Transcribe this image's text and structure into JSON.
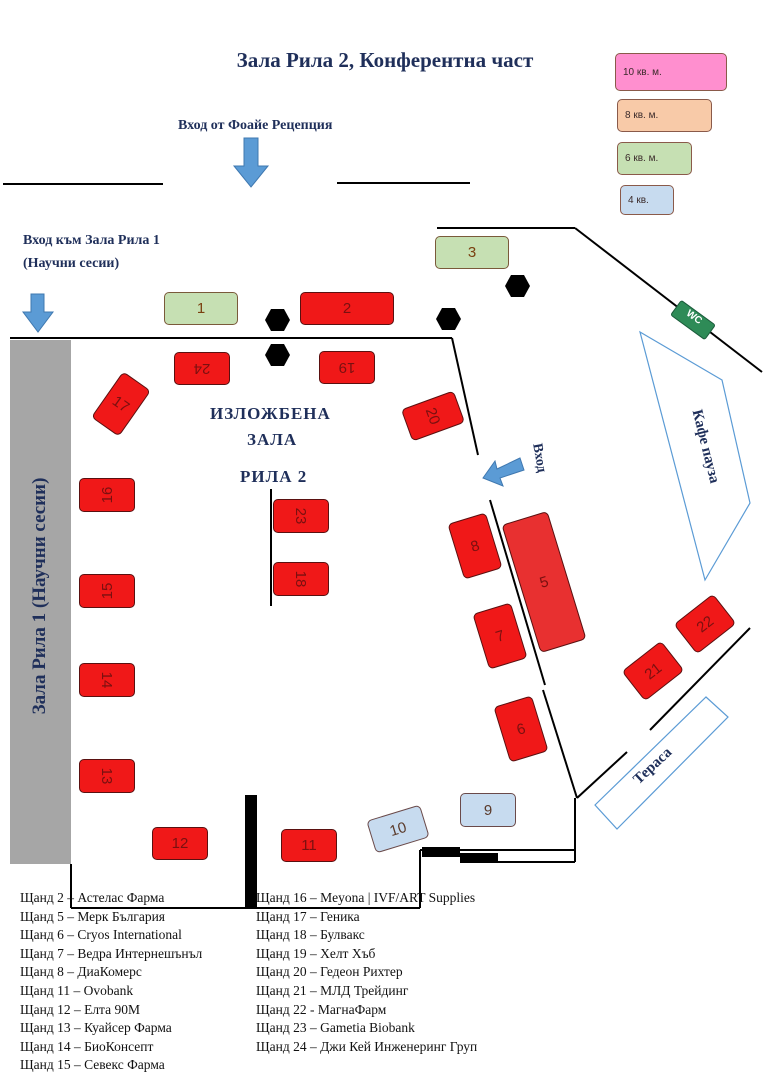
{
  "title": "Зала Рила 2, Конферентна част",
  "legend": [
    {
      "label": "10 кв. м.",
      "color": "#ff8fcf"
    },
    {
      "label": "8 кв. м.",
      "color": "#f8caa8"
    },
    {
      "label": "6 кв. м.",
      "color": "#c6e0b3"
    },
    {
      "label": "4 кв.",
      "color": "#c7dbef"
    }
  ],
  "entrance_reception": "Вход от Фоайе Рецепция",
  "entrance_hall1_line1": "Вход към Зала Рила 1",
  "entrance_hall1_line2": "(Научни сесии)",
  "hall1_label": "Зала Рила 1 (Научни сесии)",
  "exhibition_line1": "ИЗЛОЖБЕНА",
  "exhibition_line2": "ЗАЛА",
  "exhibition_line3": "РИЛА 2",
  "side_entrance": "Вход",
  "cafe_label": "Кафе пауза",
  "terrace_label": "Тераса",
  "wc_label": "WC",
  "booths": {
    "b1": "1",
    "b2": "2",
    "b3": "3",
    "b5": "5",
    "b6": "6",
    "b7": "7",
    "b8": "8",
    "b9": "9",
    "b10": "10",
    "b11": "11",
    "b12": "12",
    "b13": "13",
    "b14": "14",
    "b15": "15",
    "b16": "16",
    "b17": "17",
    "b18": "18",
    "b19": "19",
    "b20": "20",
    "b21": "21",
    "b22": "22",
    "b23": "23",
    "b24": "24"
  },
  "stand_list_left": [
    "Щанд 2 – Астелас Фарма",
    "Щанд 5 – Мерк България",
    "Щанд 6 – Cryos International",
    "Щанд 7 – Ведра Интернешънъл",
    "Щанд 8 – ДиаКомерс",
    "Щанд 11 – Ovobank",
    "Щанд 12 – Елта 90М",
    "Щанд 13 – Куайсер Фарма",
    "Щанд 14 – БиоКонсепт",
    "Щанд 15 – Севекс Фарма"
  ],
  "stand_list_right": [
    "Щанд 16 – Meyona | IVF/ART Supplies",
    "Щанд 17 – Геника",
    "Щанд 18 – Булвакс",
    "Щанд 19 – Хелт Хъб",
    "Щанд 20 – Гедеон Рихтер",
    "Щанд 21 – МЛД Трейдинг",
    "Щанд 22 - МагнаФарм",
    "Щанд 23 – Gametia Biobank",
    "Щанд 24 – Джи Кей Инженеринг Груп"
  ]
}
